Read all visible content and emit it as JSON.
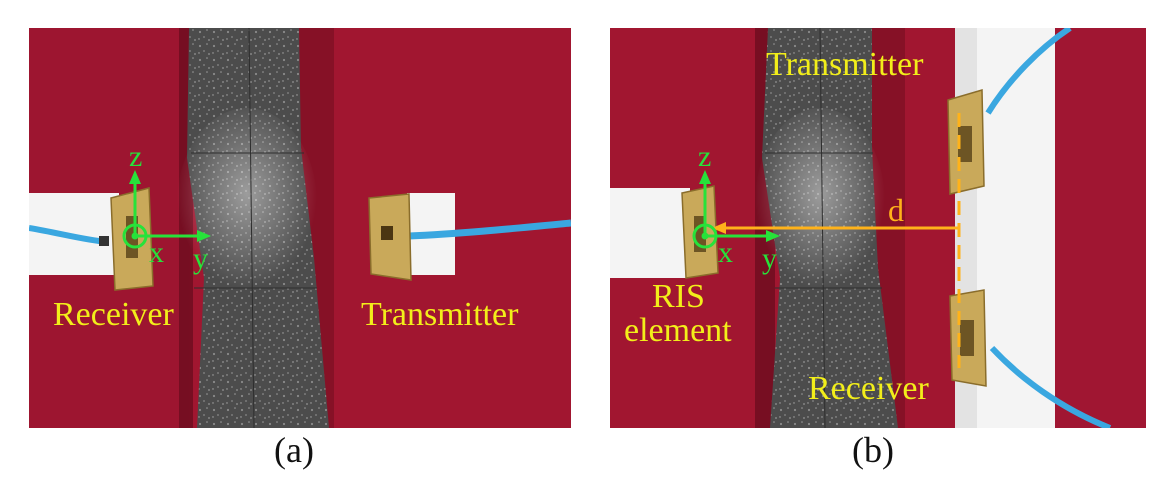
{
  "panels": [
    {
      "id": "a",
      "caption": "(a)",
      "labels": {
        "receiver": "Receiver",
        "transmitter": "Transmitter"
      },
      "axes": {
        "z": "z",
        "x": "x",
        "y": "y"
      }
    },
    {
      "id": "b",
      "caption": "(b)",
      "labels": {
        "transmitter": "Transmitter",
        "receiver": "Receiver",
        "ris_line1": "RIS",
        "ris_line2": "element",
        "distance": "d"
      },
      "axes": {
        "z": "z",
        "x": "x",
        "y": "y"
      }
    }
  ],
  "colors": {
    "label_text": "#f2ee1a",
    "axis": "#27e23a",
    "distance": "#ffb21a",
    "cloth": "#a11630",
    "foam": "#f4f4f4",
    "cable": "#3aa7e0",
    "board": "#c9a95a"
  }
}
